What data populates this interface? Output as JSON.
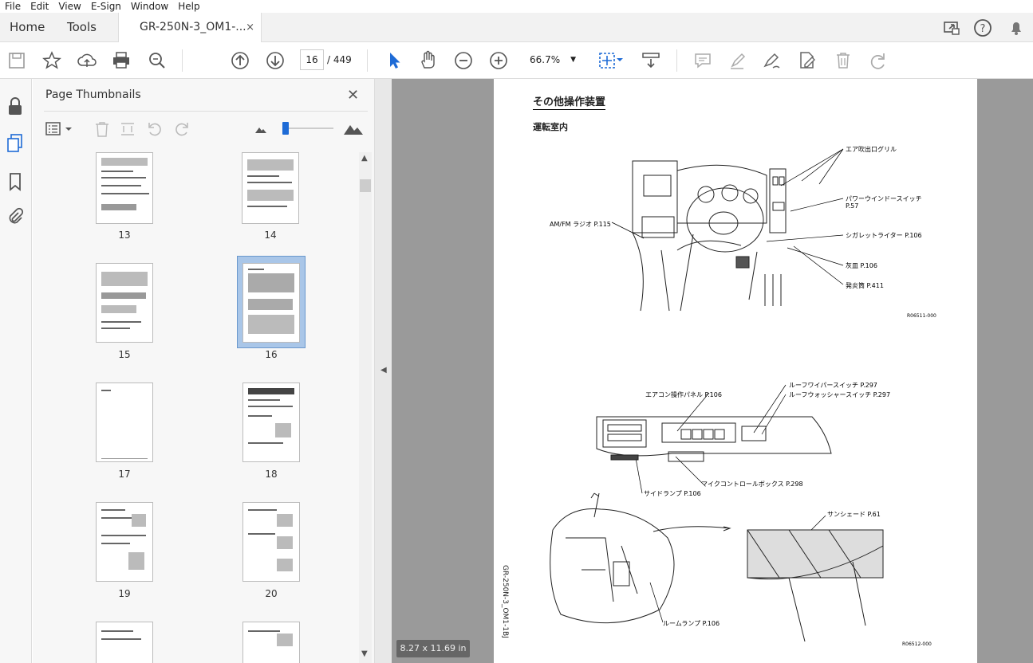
{
  "menu": [
    "File",
    "Edit",
    "View",
    "E-Sign",
    "Window",
    "Help"
  ],
  "tabs": {
    "home": "Home",
    "tools": "Tools",
    "doc": "GR-250N-3_OM1-...",
    "close": "×"
  },
  "toolbar": {
    "page_current": "16",
    "page_sep": "/",
    "page_total": "449",
    "zoom": "66.7%"
  },
  "thumbnails": {
    "title": "Page Thumbnails",
    "close": "✕",
    "pages": [
      {
        "num": "13"
      },
      {
        "num": "14"
      },
      {
        "num": "15"
      },
      {
        "num": "16",
        "selected": true
      },
      {
        "num": "17"
      },
      {
        "num": "18"
      },
      {
        "num": "19"
      },
      {
        "num": "20"
      },
      {
        "num": ""
      },
      {
        "num": ""
      }
    ]
  },
  "document": {
    "heading": "その他操作装置",
    "subheading": "運転室内",
    "labels": {
      "air_grill": "エア吹出口グリル",
      "power_window": "パワーウインドースイッチ",
      "power_window_page": "P.57",
      "am_fm": "AM/FM ラジオ P.115",
      "cigarette": "シガレットライター P.106",
      "ashtray": "灰皿 P.106",
      "flare": "発炎筒 P.411",
      "fig1_code": "R06511-000",
      "aircon": "エアコン操作パネル P.106",
      "roof_wiper": "ルーフワイパースイッチ P.297",
      "roof_washer": "ルーフウォッシャースイッチ P.297",
      "mic": "マイクコントロールボックス P.298",
      "side_lamp": "サイドランプ P.106",
      "sunshade": "サンシェード P.61",
      "room_lamp": "ルームランプ P.106",
      "fig2_code": "R06512-000",
      "side_doc": "GR-250N-3_OM1-1BJ"
    }
  },
  "status": {
    "page_size": "8.27 x 11.69 in"
  }
}
